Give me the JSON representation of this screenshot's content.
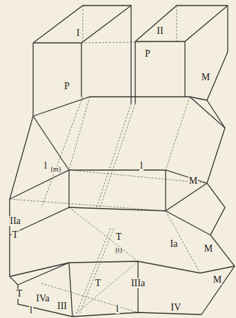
{
  "diagram": {
    "labels": [
      "I",
      "II",
      "P",
      "P",
      "M",
      "l",
      "(m)",
      "l",
      "M",
      "IIa",
      "T",
      "T",
      "(t)",
      "Ia",
      "M",
      "T",
      "IVa",
      "l",
      "III",
      "T",
      "IIIa",
      "M",
      "l",
      "IV"
    ]
  }
}
